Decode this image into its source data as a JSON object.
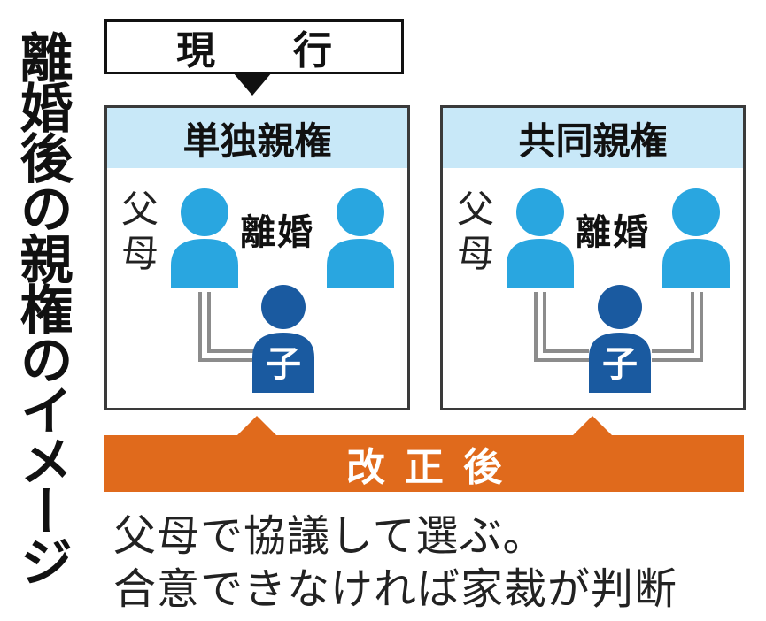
{
  "title": "離婚後の親権のイメージ",
  "current": {
    "label": "現　行"
  },
  "panels": [
    {
      "heading": "単独親権",
      "parents": "父母",
      "divorce": "離婚",
      "child": "子",
      "custody": "single"
    },
    {
      "heading": "共同親権",
      "parents": "父母",
      "divorce": "離婚",
      "child": "子",
      "custody": "joint"
    }
  ],
  "after": {
    "label": "改正後",
    "lines": [
      "父母で協議して選ぶ。",
      "合意できなければ家裁が判断"
    ]
  },
  "colors": {
    "parent": "#29a6e0",
    "child": "#1a5aa0",
    "header_bg": "#c8e8f8",
    "line": "#8c8c8c",
    "after_bar": "#e06a1c"
  }
}
